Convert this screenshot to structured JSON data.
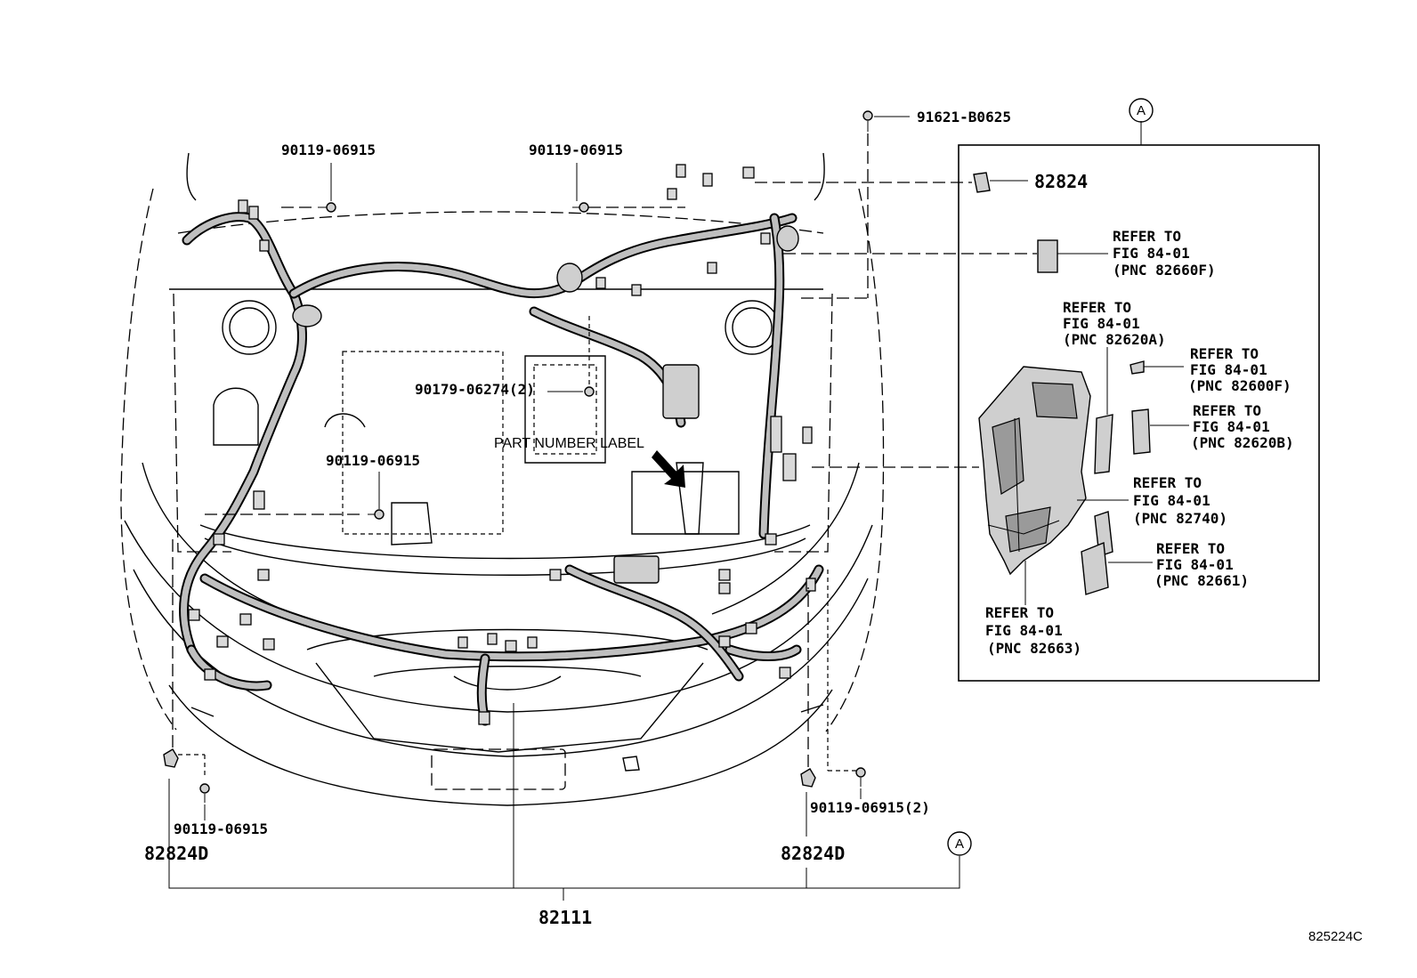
{
  "callouts": {
    "bolt_top_left": "90119-06915",
    "bolt_top_center": "90119-06915",
    "bolt_top_right": "91621-B0625",
    "clip_center": "90179-06274(2)",
    "part_number_label": "PART NUMBER LABEL",
    "bolt_mid_left": "90119-06915",
    "bolt_bottom_left": "90119-06915",
    "bracket_left": "82824D",
    "bolt_bottom_right": "90119-06915(2)",
    "bracket_right": "82824D",
    "harness_main": "82111",
    "relay_block_part": "82824",
    "circle_marker_top": "A",
    "circle_marker_bottom": "A",
    "figure_id": "825224C"
  },
  "inset": {
    "refs": [
      {
        "line1": "REFER TO",
        "line2": "FIG 84-01",
        "line3": "(PNC 82660F)"
      },
      {
        "line1": "REFER TO",
        "line2": "FIG 84-01",
        "line3": "(PNC 82620A)"
      },
      {
        "line1": "REFER TO",
        "line2": "FIG 84-01",
        "line3": "(PNC 82600F)"
      },
      {
        "line1": "REFER TO",
        "line2": "FIG 84-01",
        "line3": "(PNC 82620B)"
      },
      {
        "line1": "REFER TO",
        "line2": "FIG 84-01",
        "line3": "(PNC 82740)"
      },
      {
        "line1": "REFER TO",
        "line2": "FIG 84-01",
        "line3": "(PNC 82661)"
      },
      {
        "line1": "REFER TO",
        "line2": "FIG 84-01",
        "line3": "(PNC 82663)"
      }
    ]
  }
}
